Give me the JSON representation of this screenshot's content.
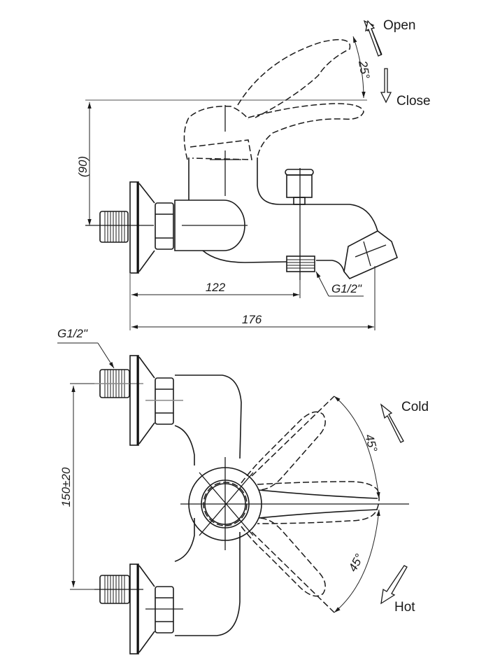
{
  "drawing": {
    "title": "Bath mixer dimension drawing",
    "side_view": {
      "dimensions": {
        "height": "(90)",
        "inlet_to_outlet": "122",
        "overall_length": "176",
        "outlet_thread": "G1/2\""
      },
      "lever_angle": "25°",
      "labels": {
        "open": "Open",
        "close": "Close"
      }
    },
    "top_view": {
      "dimensions": {
        "inlet_thread": "G1/2\"",
        "center_distance": "150±20"
      },
      "handle_angle_cold": "45°",
      "handle_angle_hot": "45°",
      "labels": {
        "cold": "Cold",
        "hot": "Hot"
      }
    }
  },
  "colors": {
    "line": "#1a1a1a",
    "secondary_line": "#8a8a8a",
    "background": "#ffffff"
  }
}
